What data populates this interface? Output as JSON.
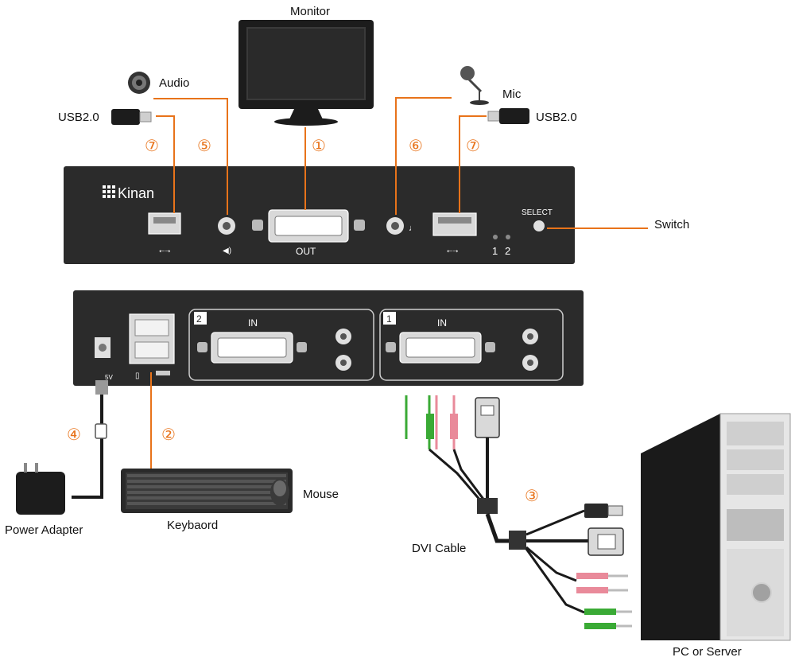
{
  "labels": {
    "monitor": "Monitor",
    "audio": "Audio",
    "mic": "Mic",
    "usb_left": "USB2.0",
    "usb_right": "USB2.0",
    "switch": "Switch",
    "power_adapter": "Power Adapter",
    "keyboard": "Keybaord",
    "mouse": "Mouse",
    "dvi_cable": "DVI Cable",
    "pc": "PC or Server"
  },
  "callouts": {
    "c1": "①",
    "c2": "②",
    "c3": "③",
    "c4": "④",
    "c5": "⑤",
    "c6": "⑥",
    "c7a": "⑦",
    "c7b": "⑦"
  },
  "front_panel": {
    "brand": "Kinan",
    "out_label": "OUT",
    "select_label": "SELECT",
    "led1": "1",
    "led2": "2"
  },
  "rear_panel": {
    "port2_number": "2",
    "port2_label": "IN",
    "port1_number": "1",
    "port1_label": "IN",
    "power_label": "5V"
  },
  "colors": {
    "accent": "#e8731a",
    "panel": "#2b2b2b",
    "cable": "#1a1a1a",
    "audio_green": "#3aaa35",
    "audio_pink": "#e98a9a"
  }
}
